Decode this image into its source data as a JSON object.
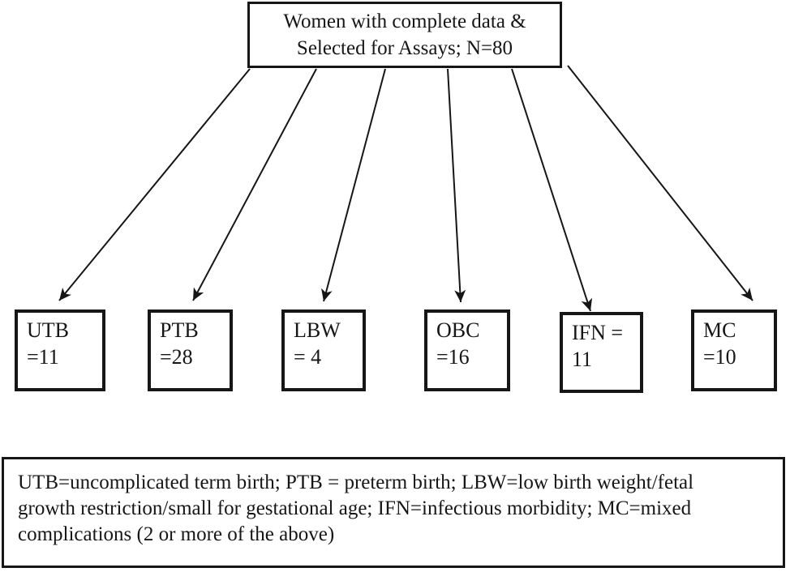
{
  "figure": {
    "root_box": {
      "lines": [
        "Women with complete data &",
        "Selected for Assays; N=80"
      ]
    },
    "outcome_boxes": [
      {
        "code": "UTB",
        "label_line": "UTB",
        "value_line": "=11",
        "n": 11
      },
      {
        "code": "PTB",
        "label_line": "PTB",
        "value_line": "=28",
        "n": 28
      },
      {
        "code": "LBW",
        "label_line": "LBW",
        "value_line": "= 4",
        "n": 4
      },
      {
        "code": "OBC",
        "label_line": "OBC",
        "value_line": "=16",
        "n": 16
      },
      {
        "code": "IFN",
        "label_line": "IFN =",
        "value_line": "11",
        "n": 11
      },
      {
        "code": "MC",
        "label_line": "MC",
        "value_line": "=10",
        "n": 10
      }
    ],
    "legend_lines": [
      "UTB=uncomplicated term birth; PTB = preterm birth; LBW=low birth weight/fetal",
      "growth restriction/small for gestational age; IFN=infectious morbidity; MC=mixed",
      "complications (2 or more of the above)"
    ],
    "colors": {
      "ink": "#161616",
      "background": "#ffffff"
    }
  }
}
